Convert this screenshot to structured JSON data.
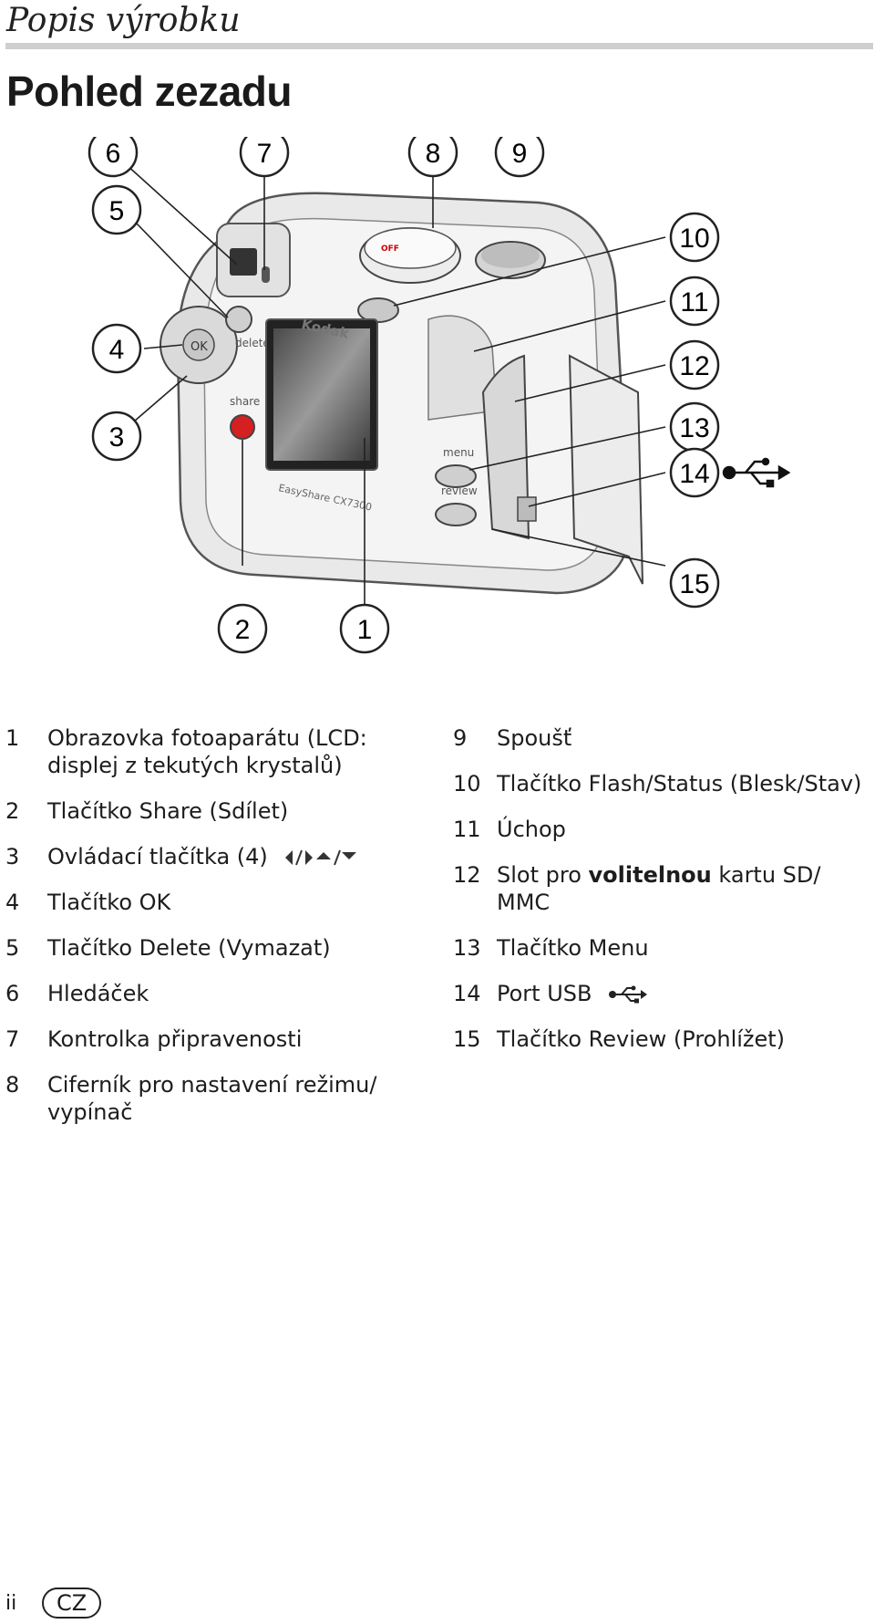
{
  "header": {
    "section": "Popis výrobku",
    "title": "Pohled zezadu"
  },
  "figure": {
    "brand": "Kodak",
    "model_label": "EasyShare CX7300",
    "button_labels": {
      "delete": "delete",
      "share": "share",
      "menu": "menu",
      "review": "review",
      "ok": "OK",
      "off": "OFF"
    },
    "callouts": [
      "1",
      "2",
      "3",
      "4",
      "5",
      "6",
      "7",
      "8",
      "9",
      "10",
      "11",
      "12",
      "13",
      "14",
      "15"
    ]
  },
  "legend_left": [
    {
      "num": "1",
      "text": "Obrazovka fotoaparátu (LCD: displej z tekutých krystalů)"
    },
    {
      "num": "2",
      "text": "Tlačítko Share (Sdílet)"
    },
    {
      "num": "3",
      "text": "Ovládací tlačítka (4)"
    },
    {
      "num": "4",
      "text": "Tlačítko OK"
    },
    {
      "num": "5",
      "text": "Tlačítko Delete (Vymazat)"
    },
    {
      "num": "6",
      "text": "Hledáček"
    },
    {
      "num": "7",
      "text": "Kontrolka připravenosti"
    },
    {
      "num": "8",
      "text": "Ciferník pro nastavení režimu/ vypínač"
    }
  ],
  "legend_right": [
    {
      "num": "9",
      "text": "Spoušť"
    },
    {
      "num": "10",
      "text": "Tlačítko Flash/Status (Blesk/Stav)"
    },
    {
      "num": "11",
      "text": "Úchop"
    },
    {
      "num": "12",
      "text_pre": "Slot pro ",
      "text_bold": "volitelnou",
      "text_post": " kartu SD/ MMC"
    },
    {
      "num": "13",
      "text": "Tlačítko Menu"
    },
    {
      "num": "14",
      "text": "Port USB"
    },
    {
      "num": "15",
      "text": "Tlačítko Review (Prohlížet)"
    }
  ],
  "footer": {
    "page": "ii",
    "language": "CZ"
  },
  "icons": {
    "arrows": "arrow-buttons-icon",
    "usb": "usb-icon"
  }
}
